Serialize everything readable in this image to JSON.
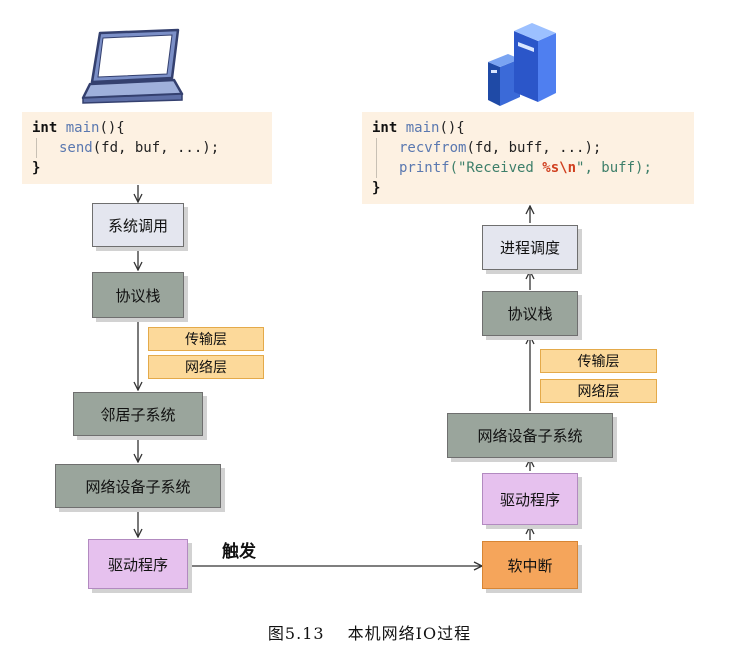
{
  "client": {
    "icon": "laptop-icon",
    "code": {
      "line1_kw": "int",
      "line1_fn": "main",
      "line1_rest": "(){",
      "line2_fn": "send",
      "line2_rest": "(fd, buf, ...);",
      "line3": "}"
    },
    "steps": [
      "系统调用",
      "协议栈",
      "邻居子系统",
      "网络设备子系统",
      "驱动程序"
    ],
    "tags": [
      "传输层",
      "网络层"
    ]
  },
  "server": {
    "icon": "server-icon",
    "code": {
      "line1_kw": "int",
      "line1_fn": "main",
      "line1_rest": "(){",
      "line2_fn": "recvfrom",
      "line2_rest": "(fd, buff, ...);",
      "line3_fn": "printf",
      "line3_str_a": "(\"Received ",
      "line3_esc": "%s\\n",
      "line3_str_b": "\", buff);",
      "line4": "}"
    },
    "steps": [
      "进程调度",
      "协议栈",
      "网络设备子系统",
      "驱动程序",
      "软中断"
    ],
    "tags": [
      "传输层",
      "网络层"
    ]
  },
  "edge_label": "触发",
  "caption": "图5.13　 本机网络IO过程",
  "colors": {
    "code_bg": "#fdf1e2",
    "light_box": "#e4e6ef",
    "gray_box": "#9aa59c",
    "purple_box": "#e6c1ee",
    "orange_box": "#f5a55b",
    "tag": "#fcd99a"
  }
}
